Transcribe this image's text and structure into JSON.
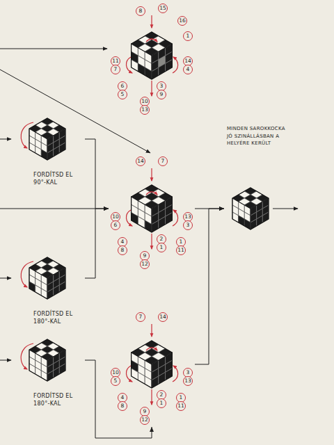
{
  "diagram": {
    "nodes": [
      {
        "text": [
          "8",
          "15",
          "16",
          "1",
          "11",
          "7",
          "14",
          "4",
          "6",
          "5",
          "3",
          "9",
          "10",
          "13"
        ]
      },
      {
        "text": [
          "FORDÍTSD EL 90°-KAL"
        ]
      },
      {
        "text": [
          "MINDEN SAROKKOCKA JÓ SZINÁLLÁSBAN A HELYÉRE KERÜLT"
        ]
      },
      {
        "text": [
          "14",
          "7",
          "10",
          "6",
          "4",
          "8",
          "2",
          "1",
          "13",
          "3",
          "1",
          "11",
          "9",
          "12"
        ]
      },
      {
        "text": [
          "FORDÍTSD EL 180°-KAL"
        ]
      },
      {
        "text": [
          "FORDÍTSD EL 180°-KAL"
        ]
      },
      {
        "text": [
          "7",
          "14",
          "10",
          "5",
          "4",
          "8",
          "2",
          "1",
          "3",
          "13",
          "1",
          "11",
          "9",
          "12"
        ]
      }
    ],
    "edges": [
      {
        "from": 1,
        "to": 3,
        "arrow": "to"
      },
      {
        "from": 4,
        "to": 3,
        "arrow": "to"
      },
      {
        "from": 5,
        "to": 6,
        "arrow": "to"
      },
      {
        "from": 3,
        "to": 2,
        "arrow": "to"
      },
      {
        "from": 6,
        "to": 2,
        "arrow": "to"
      }
    ]
  }
}
